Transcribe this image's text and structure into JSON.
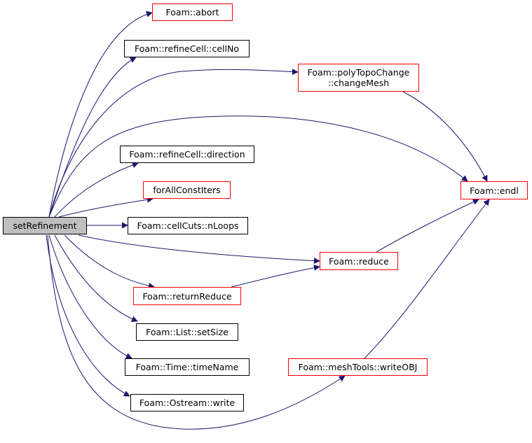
{
  "graph": {
    "root": "setRefinement",
    "nodes": [
      {
        "id": "root",
        "label": [
          "setRefinement"
        ],
        "style": "root"
      },
      {
        "id": "abort",
        "label": [
          "Foam::abort"
        ],
        "style": "red"
      },
      {
        "id": "cellNo",
        "label": [
          "Foam::refineCell::cellNo"
        ],
        "style": "black"
      },
      {
        "id": "changeMesh",
        "label": [
          "Foam::polyTopoChange",
          "::changeMesh"
        ],
        "style": "red"
      },
      {
        "id": "direction",
        "label": [
          "Foam::refineCell::direction"
        ],
        "style": "black"
      },
      {
        "id": "forAllConstIters",
        "label": [
          "forAllConstIters"
        ],
        "style": "red"
      },
      {
        "id": "nLoops",
        "label": [
          "Foam::cellCuts::nLoops"
        ],
        "style": "black"
      },
      {
        "id": "returnReduce",
        "label": [
          "Foam::returnReduce"
        ],
        "style": "red"
      },
      {
        "id": "setSize",
        "label": [
          "Foam::List::setSize"
        ],
        "style": "black"
      },
      {
        "id": "timeName",
        "label": [
          "Foam::Time::timeName"
        ],
        "style": "black"
      },
      {
        "id": "write",
        "label": [
          "Foam::Ostream::write"
        ],
        "style": "black"
      },
      {
        "id": "reduce",
        "label": [
          "Foam::reduce"
        ],
        "style": "red"
      },
      {
        "id": "writeOBJ",
        "label": [
          "Foam::meshTools::writeOBJ"
        ],
        "style": "red"
      },
      {
        "id": "endl",
        "label": [
          "Foam::endl"
        ],
        "style": "red"
      }
    ],
    "edges": [
      {
        "from": "root",
        "to": "abort"
      },
      {
        "from": "root",
        "to": "cellNo"
      },
      {
        "from": "root",
        "to": "changeMesh"
      },
      {
        "from": "root",
        "to": "endl"
      },
      {
        "from": "root",
        "to": "direction"
      },
      {
        "from": "root",
        "to": "forAllConstIters"
      },
      {
        "from": "root",
        "to": "nLoops"
      },
      {
        "from": "root",
        "to": "reduce"
      },
      {
        "from": "root",
        "to": "returnReduce"
      },
      {
        "from": "root",
        "to": "setSize"
      },
      {
        "from": "root",
        "to": "timeName"
      },
      {
        "from": "root",
        "to": "write"
      },
      {
        "from": "root",
        "to": "writeOBJ"
      },
      {
        "from": "changeMesh",
        "to": "endl"
      },
      {
        "from": "reduce",
        "to": "endl"
      },
      {
        "from": "returnReduce",
        "to": "reduce"
      },
      {
        "from": "writeOBJ",
        "to": "endl"
      }
    ],
    "colors": {
      "edge": "#191970",
      "root_fill": "#bfbfbf",
      "border_default": "#000000",
      "border_incomplete": "#ff0000"
    }
  }
}
